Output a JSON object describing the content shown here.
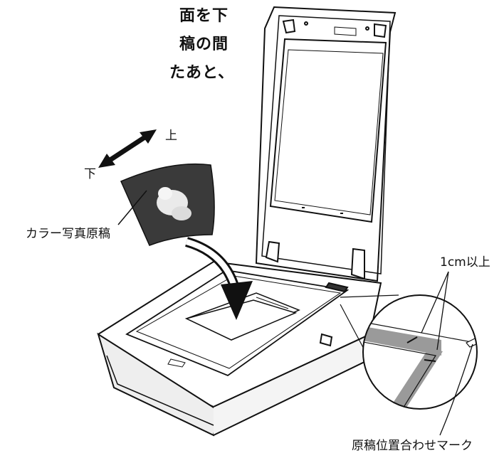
{
  "instructions": {
    "line1": "面を下",
    "line2": "稿の間",
    "line3": "たあと、"
  },
  "labels": {
    "up": "上",
    "down": "下",
    "photo": "カラー写真原稿",
    "margin": "1cm以上",
    "alignment_mark": "原稿位置合わせマーク"
  }
}
